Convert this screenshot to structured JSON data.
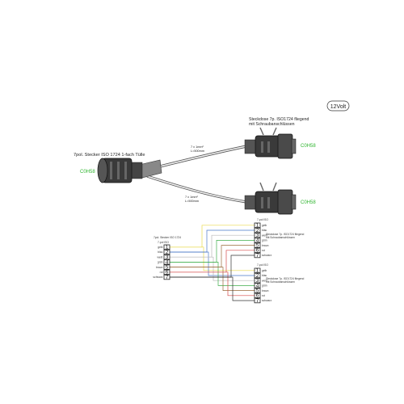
{
  "voltage_label": "12Volt",
  "plug": {
    "title": "7pol. Stecker ISO 1724 1-fach Tülle",
    "code": "C0H58"
  },
  "cables": [
    {
      "cross_section": "7 x 1mm²",
      "length": "L=500mm"
    },
    {
      "cross_section": "7 x 1mm²",
      "length": "L=500mm"
    }
  ],
  "socket_top": {
    "title_line1": "Steckdose 7p. ISO1724 fliegend",
    "title_line2": "mit Schraubanschlüssen",
    "code": "C0H58"
  },
  "socket_bottom": {
    "code": "C0H58"
  },
  "schematic": {
    "left_title": "7pol. Stecker ISO 1724",
    "left_subtitle": "7-pol ISO",
    "pin_numbers": [
      "1",
      "2",
      "3",
      "4",
      "5",
      "6",
      "7"
    ],
    "wire_labels": [
      "gelb",
      "blau",
      "weiß",
      "grün",
      "braun",
      "rot",
      "schwarz"
    ],
    "wire_colors": [
      "#e9d94a",
      "#4a78c8",
      "#b8b8b8",
      "#3fae4a",
      "#9a6a3a",
      "#d44a4a",
      "#333333"
    ],
    "right_top_header": "7-pol ISO",
    "right_top_note_line1": "Steckdose 7p. ISO1724 fliegend",
    "right_top_note_line2": "mit Schraubanschlüssen",
    "right_bottom_header": "7-pol ISO",
    "right_bottom_note_line1": "Steckdose 7p. ISO1724 fliegend",
    "right_bottom_note_line2": "mit Schraubanschlüssen"
  }
}
